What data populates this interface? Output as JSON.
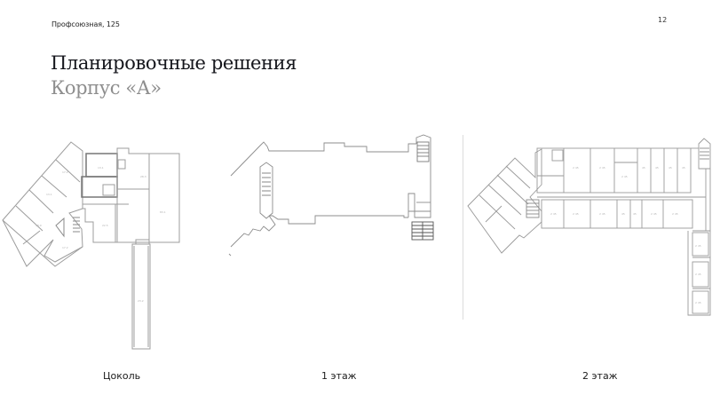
{
  "header": {
    "address": "Профсоюзная, 125",
    "page_number": "12"
  },
  "title": {
    "main": "Планировочные решения",
    "sub": "Корпус «А»"
  },
  "colors": {
    "title": "#15161c",
    "subtitle": "#8e8e8e",
    "plan_lines": "#9a9a9a",
    "divider": "#dcdcdc"
  },
  "plans": [
    {
      "id": "basement",
      "caption": "Цоколь"
    },
    {
      "id": "floor-1",
      "caption": "1 этаж"
    },
    {
      "id": "floor-2",
      "caption": "2 этаж"
    }
  ]
}
